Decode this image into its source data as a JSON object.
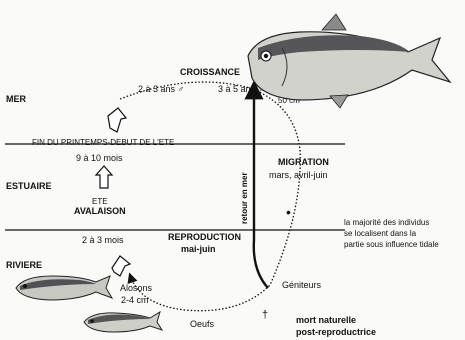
{
  "zones": {
    "sea": "MER",
    "estuary": "ESTUAIRE",
    "river": "RIVIERE"
  },
  "cycle": {
    "growth": "CROISSANCE",
    "growth_age_left": "2 à 3 ans ♂",
    "growth_age_right": "3 à 5 ans ♀",
    "size_adult": "50 cm",
    "spring_summer": "FIN DU PRINTEMPS-DEBUT DE L'ETE",
    "age_9_10": "9 à 10 mois",
    "summer_downstream": "ETE",
    "avalaison": "AVALAISON",
    "age_2_3_months": "2 à 3 mois",
    "alosons": "Alosons",
    "alosons_size": "2-4 cm",
    "eggs": "Oeufs",
    "return_to_sea": "retour en mer",
    "migration": "MIGRATION",
    "migration_period": "mars, avril-juin",
    "reproduction": "REPRODUCTION",
    "reproduction_period": "mai-juin",
    "spawners": "Géniteurs",
    "natural_death": "mort naturelle",
    "post_reproductive": "post-reproductrice"
  },
  "notes": {
    "tidal_line1": "la majorité des individus",
    "tidal_line2": "se localisent dans la",
    "tidal_line3": "partie sous influence tidale"
  },
  "symbols": {
    "death_cross": "†",
    "death_cross_icon": "dagger-icon",
    "bullet": "•"
  },
  "colors": {
    "ink": "#111111",
    "paper": "#fafaf8",
    "fish_body": "#d2d2cc",
    "fish_back": "#55555a"
  }
}
